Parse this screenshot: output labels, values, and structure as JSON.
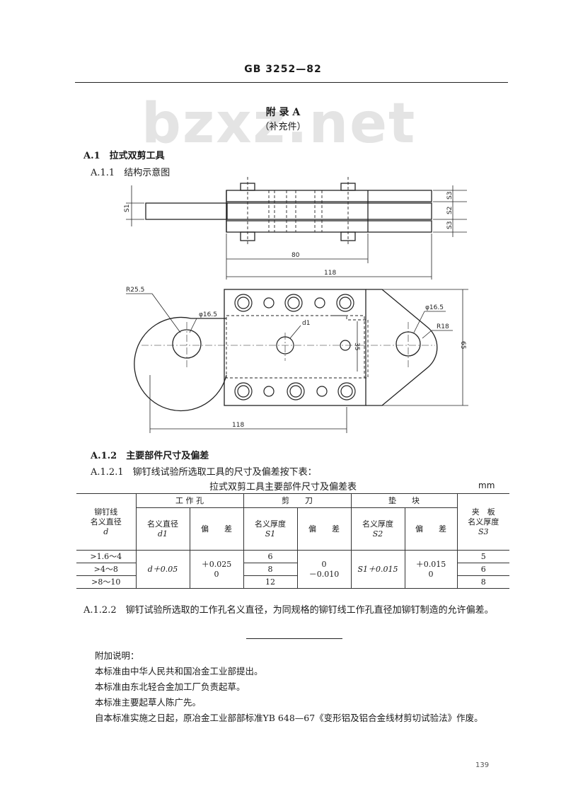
{
  "header": {
    "std_number": "GB 3252—82"
  },
  "watermark": "bzxz.net",
  "appendix": {
    "title": "附 录 A",
    "subtitle": "（补充件）"
  },
  "sections": {
    "a1": "A.1　拉式双剪工具",
    "a11": "A.1.1　结构示意图",
    "a12": "A.1.2　主要部件尺寸及偏差",
    "a121": "A.1.2.1　铆钉线试验所选取工具的尺寸及偏差按下表：",
    "a122": "A.1.2.2　铆钉试验所选取的工作孔名义直径，为同规格的铆钉线工作孔直径加铆钉制造的允许偏差。"
  },
  "drawing": {
    "labels": {
      "s1": "S1",
      "s2": "S2",
      "s3": "S3",
      "s3b": "S3",
      "dim80": "80",
      "dim118_top": "118",
      "dim118_bottom": "118",
      "r255": "R25.5",
      "phi165_left": "φ16.5",
      "phi165_right": "φ16.5",
      "r18": "R18",
      "d1": "d1",
      "dim35": "35",
      "dim65": "65"
    }
  },
  "table": {
    "title": "拉式双剪工具主要部件尺寸及偏差表",
    "unit": "mm",
    "headers": {
      "wire_dia": [
        "铆钉线",
        "名义直径",
        "d"
      ],
      "working_hole": "工 作 孔",
      "shear_blade": "剪　　刀",
      "block": "垫　　块",
      "plate": [
        "夹　板",
        "名义厚度",
        "S3"
      ],
      "nominal_dia": [
        "名义直径",
        "d1"
      ],
      "deviation1": "偏　　差",
      "nominal_thick1": [
        "名义厚度",
        "S1"
      ],
      "deviation2": "偏　　差",
      "nominal_thick2": [
        "名义厚度",
        "S2"
      ],
      "deviation3": "偏　　差"
    },
    "rows": [
      {
        "d": ">1.6～4",
        "s1": "6",
        "s3": "5"
      },
      {
        "d": ">4～8",
        "s1": "8",
        "s3": "6"
      },
      {
        "d": ">8～10",
        "s1": "12",
        "s3": "8"
      }
    ],
    "merged": {
      "d1": "d＋0.05",
      "dev1": [
        "＋0.025",
        "0"
      ],
      "dev2": [
        "0",
        "－0.010"
      ],
      "s2": "S1＋0.015",
      "dev3": [
        "＋0.015",
        "0"
      ]
    }
  },
  "notes": {
    "title": "附加说明：",
    "lines": [
      "本标准由中华人民共和国冶金工业部提出。",
      "本标准由东北轻合金加工厂负责起草。",
      "本标准主要起草人陈广先。",
      "自本标准实施之日起，原冶金工业部部标准YB 648—67《变形铝及铝合金线材剪切试验法》作废。"
    ]
  },
  "page_number": "139"
}
